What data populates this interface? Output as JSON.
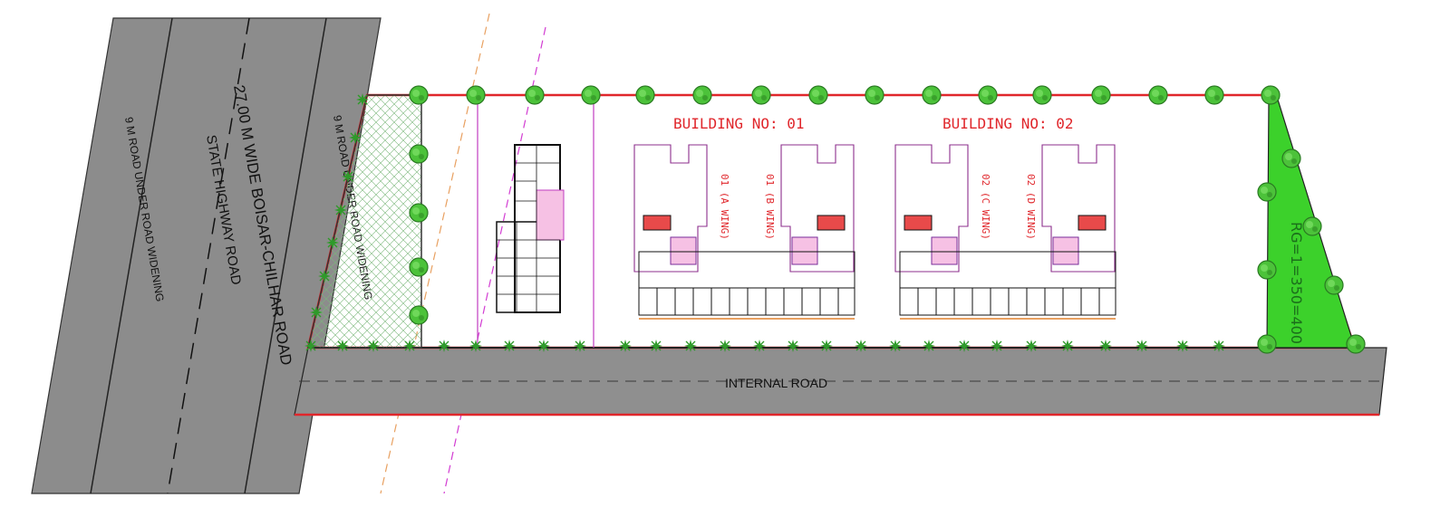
{
  "site": {
    "highway_label": "27.00 M WIDE BOISAR-CHILHAR ROAD",
    "highway_sublabel": "STATE HIGHWAY ROAD",
    "widening_left": "9 M ROAD UNDER ROAD WIDENING",
    "widening_right": "9 M ROAD UNDER ROAD WIDENING",
    "internal_road": "INTERNAL ROAD",
    "rg_label": "RG=1=350=400"
  },
  "buildings": [
    {
      "title": "BUILDING NO: 01",
      "wings": [
        "01 (A WING)",
        "01 (B WING)"
      ]
    },
    {
      "title": "BUILDING NO: 02",
      "wings": [
        "02 (C WING)",
        "02 (D WING)"
      ]
    }
  ],
  "colors": {
    "road": "#8a8a8a",
    "boundary": "#e0262b",
    "recreation_ground": "#3cd12b",
    "tree": "#38b12b",
    "building_outline": "#8d2f8d",
    "stair_red": "#e84a4a"
  }
}
